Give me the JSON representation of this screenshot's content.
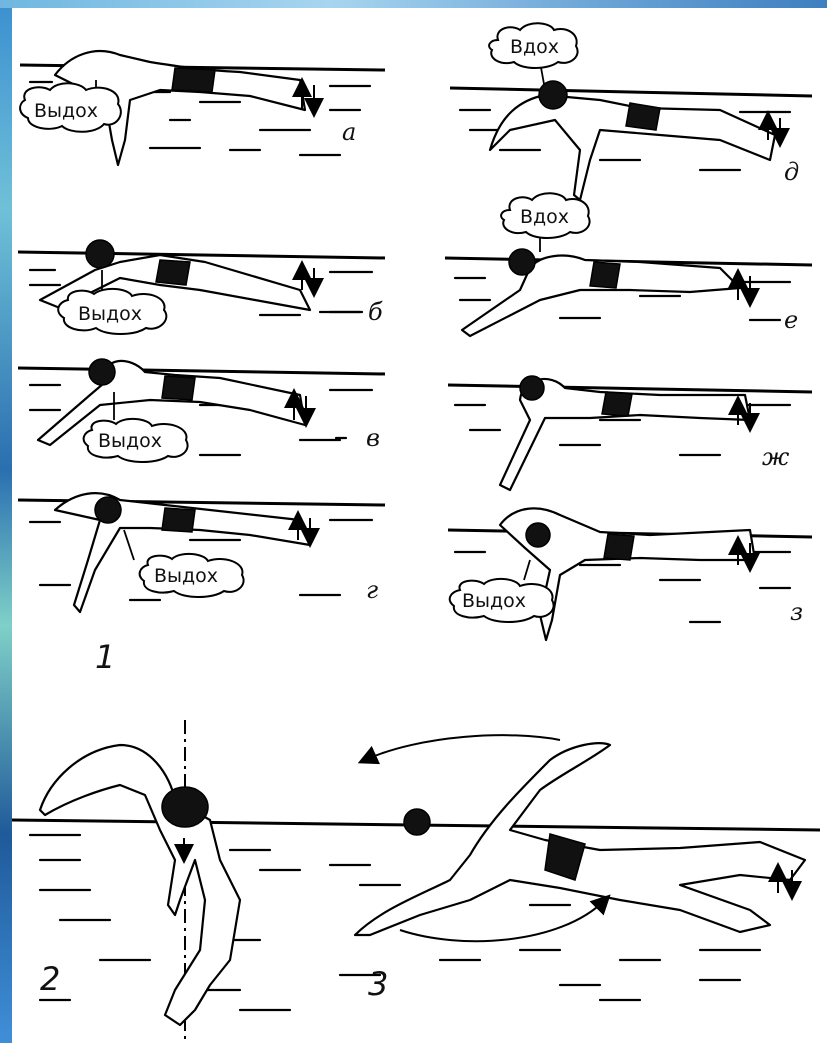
{
  "panels": {
    "a": {
      "letter": "а",
      "bubble": "Выдох"
    },
    "b": {
      "letter": "б",
      "bubble": "Выдох"
    },
    "v": {
      "letter": "в",
      "bubble": "Выдох"
    },
    "g": {
      "letter": "г",
      "bubble": "Выдох"
    },
    "d": {
      "letter": "д",
      "bubble": "Вдох"
    },
    "e": {
      "letter": "е",
      "bubble": "Вдох"
    },
    "zh": {
      "letter": "ж"
    },
    "z": {
      "letter": "з",
      "bubble": "Выдох"
    }
  },
  "figure_numbers": {
    "one": "1",
    "two": "2",
    "three": "3"
  }
}
